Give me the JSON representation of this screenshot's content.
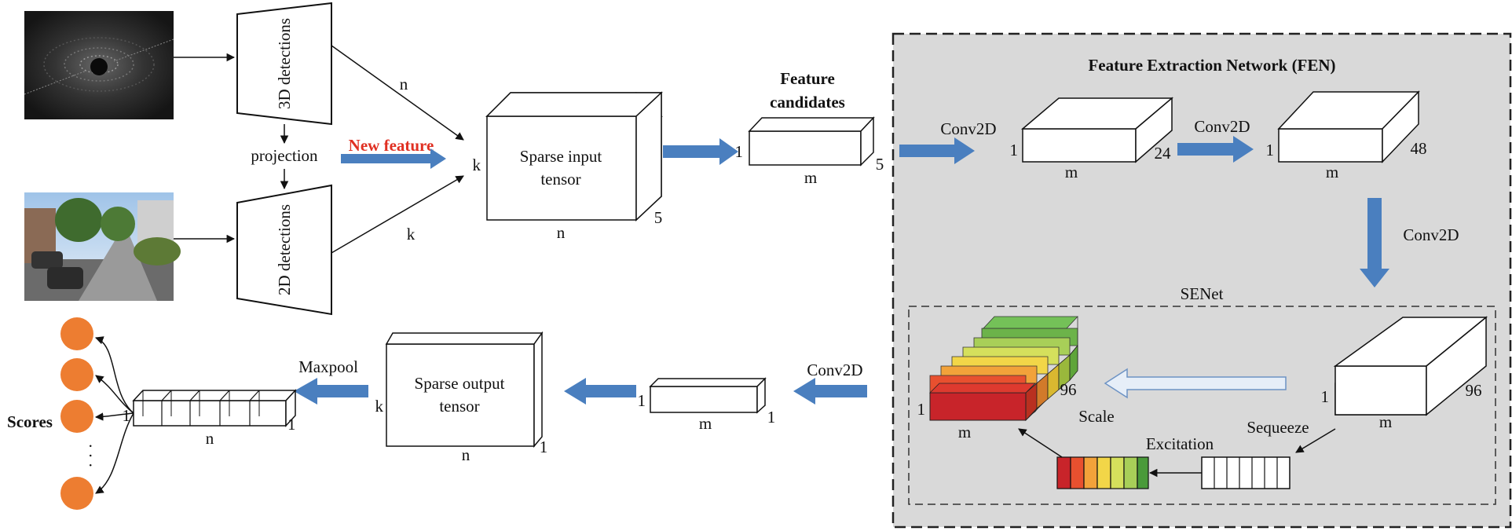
{
  "colors": {
    "arrow_blue": "#4a7fbf",
    "panel_gray": "#d9d9d9",
    "node_orange": "#ed7d31",
    "highlight_red": "#e03022",
    "scale_arrow_fill": "#e6eef8",
    "scale_arrow_stroke": "#6d93c4"
  },
  "labels": {
    "det3d": "3D detections",
    "det2d": "2D detections",
    "projection": "projection",
    "new_feature": "New feature",
    "n_top": "n",
    "k_bottom": "k",
    "k_left": "k",
    "sparse_input_1": "Sparse input",
    "sparse_input_2": "tensor",
    "input_five": "5",
    "input_n": "n",
    "feature_cand_1": "Feature",
    "feature_cand_2": "candidates",
    "fc_one": "1",
    "fc_m": "m",
    "fc_five": "5",
    "fen_title": "Feature Extraction Network (FEN)",
    "conv1": "Conv2D",
    "c1_one": "1",
    "c1_m": "m",
    "c1_depth": "24",
    "conv2": "Conv2D",
    "c2_one": "1",
    "c2_m": "m",
    "c2_depth": "48",
    "conv3": "Conv2D",
    "senet": "SENet",
    "c3_one": "1",
    "c3_m": "m",
    "c3_depth": "96",
    "sq_m": "m",
    "sq_one": "1",
    "sq_depth": "96",
    "scale": "Scale",
    "sequeeze": "Sequeeze",
    "excitation": "Excitation",
    "conv4": "Conv2D",
    "o1_one_l": "1",
    "o1_m": "m",
    "o1_one_r": "1",
    "sparse_output_1": "Sparse output",
    "sparse_output_2": "tensor",
    "out_k": "k",
    "out_n": "n",
    "out_one": "1",
    "maxpool": "Maxpool",
    "v_one_l": "1",
    "v_one_r": "1",
    "v_n": "n",
    "scores": "Scores",
    "dots": "· · ·"
  },
  "icons": {
    "lidar": "lidar-point-cloud-image",
    "camera": "street-camera-image"
  }
}
